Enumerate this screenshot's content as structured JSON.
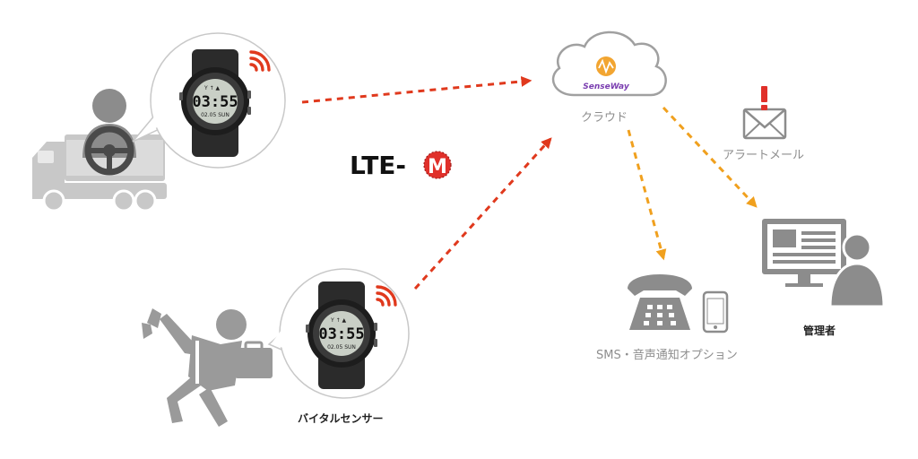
{
  "nodes": {
    "cloud": {
      "label": "クラウド",
      "logo_text": "SenseWay"
    },
    "alert_mail": {
      "label": "アラートメール"
    },
    "admin": {
      "label": "管理者"
    },
    "sms_voice": {
      "label": "SMS・音声通知オプション"
    },
    "vital_sensor": {
      "label": "バイタルセンサー"
    },
    "lte": {
      "text": "LTE-",
      "mark": "M"
    },
    "watch": {
      "time": "03:55",
      "date": "02.05 SUN"
    }
  },
  "icons": [
    "truck-driver-icon",
    "running-worker-icon",
    "watch-icon",
    "wifi-signal-icon",
    "cloud-icon",
    "mail-alert-icon",
    "phone-icon",
    "smartphone-icon",
    "admin-monitor-icon"
  ],
  "colors": {
    "upload_arrow": "#e0391d",
    "download_arrow": "#f0a01e",
    "icon_grey": "#8c8c8c",
    "lte_red": "#e0302a"
  }
}
